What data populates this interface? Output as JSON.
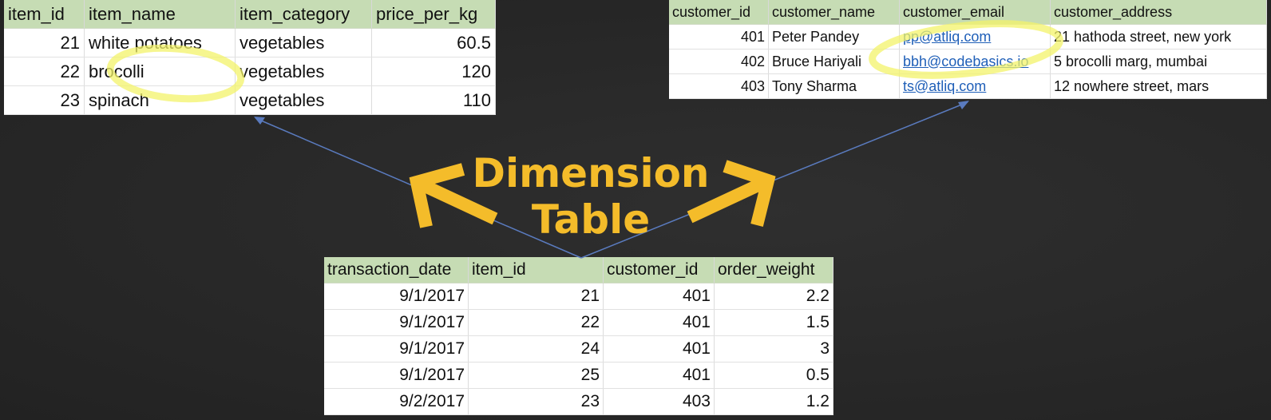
{
  "items_table": {
    "headers": [
      "item_id",
      "item_name",
      "item_category",
      "price_per_kg"
    ],
    "rows": [
      [
        "21",
        "white potatoes",
        "vegetables",
        "60.5"
      ],
      [
        "22",
        "brocolli",
        "vegetables",
        "120"
      ],
      [
        "23",
        "spinach",
        "vegetables",
        "110"
      ]
    ]
  },
  "customers_table": {
    "headers": [
      "customer_id",
      "customer_name",
      "customer_email",
      "customer_address"
    ],
    "rows": [
      [
        "401",
        "Peter Pandey",
        "pp@atliq.com",
        "21 hathoda street, new york"
      ],
      [
        "402",
        "Bruce Hariyali",
        "bbh@codebasics.io",
        "5 brocolli marg, mumbai"
      ],
      [
        "403",
        "Tony Sharma",
        "ts@atliq.com",
        "12 nowhere street, mars"
      ]
    ]
  },
  "transactions_table": {
    "headers": [
      "transaction_date",
      "item_id",
      "customer_id",
      "order_weight"
    ],
    "rows": [
      [
        "9/1/2017",
        "21",
        "401",
        "2.2"
      ],
      [
        "9/1/2017",
        "22",
        "401",
        "1.5"
      ],
      [
        "9/1/2017",
        "24",
        "401",
        "3"
      ],
      [
        "9/1/2017",
        "25",
        "401",
        "0.5"
      ],
      [
        "9/2/2017",
        "23",
        "403",
        "1.2"
      ]
    ]
  },
  "annotation": {
    "line1": "Dimension",
    "line2": "Table"
  },
  "colors": {
    "accent_yellow": "#f4bc2a",
    "header_green": "#c6dcb4",
    "highlight_yellow": "#f3f36a",
    "link_blue": "#1f5fb8",
    "connector_blue": "#5a7bbf"
  }
}
